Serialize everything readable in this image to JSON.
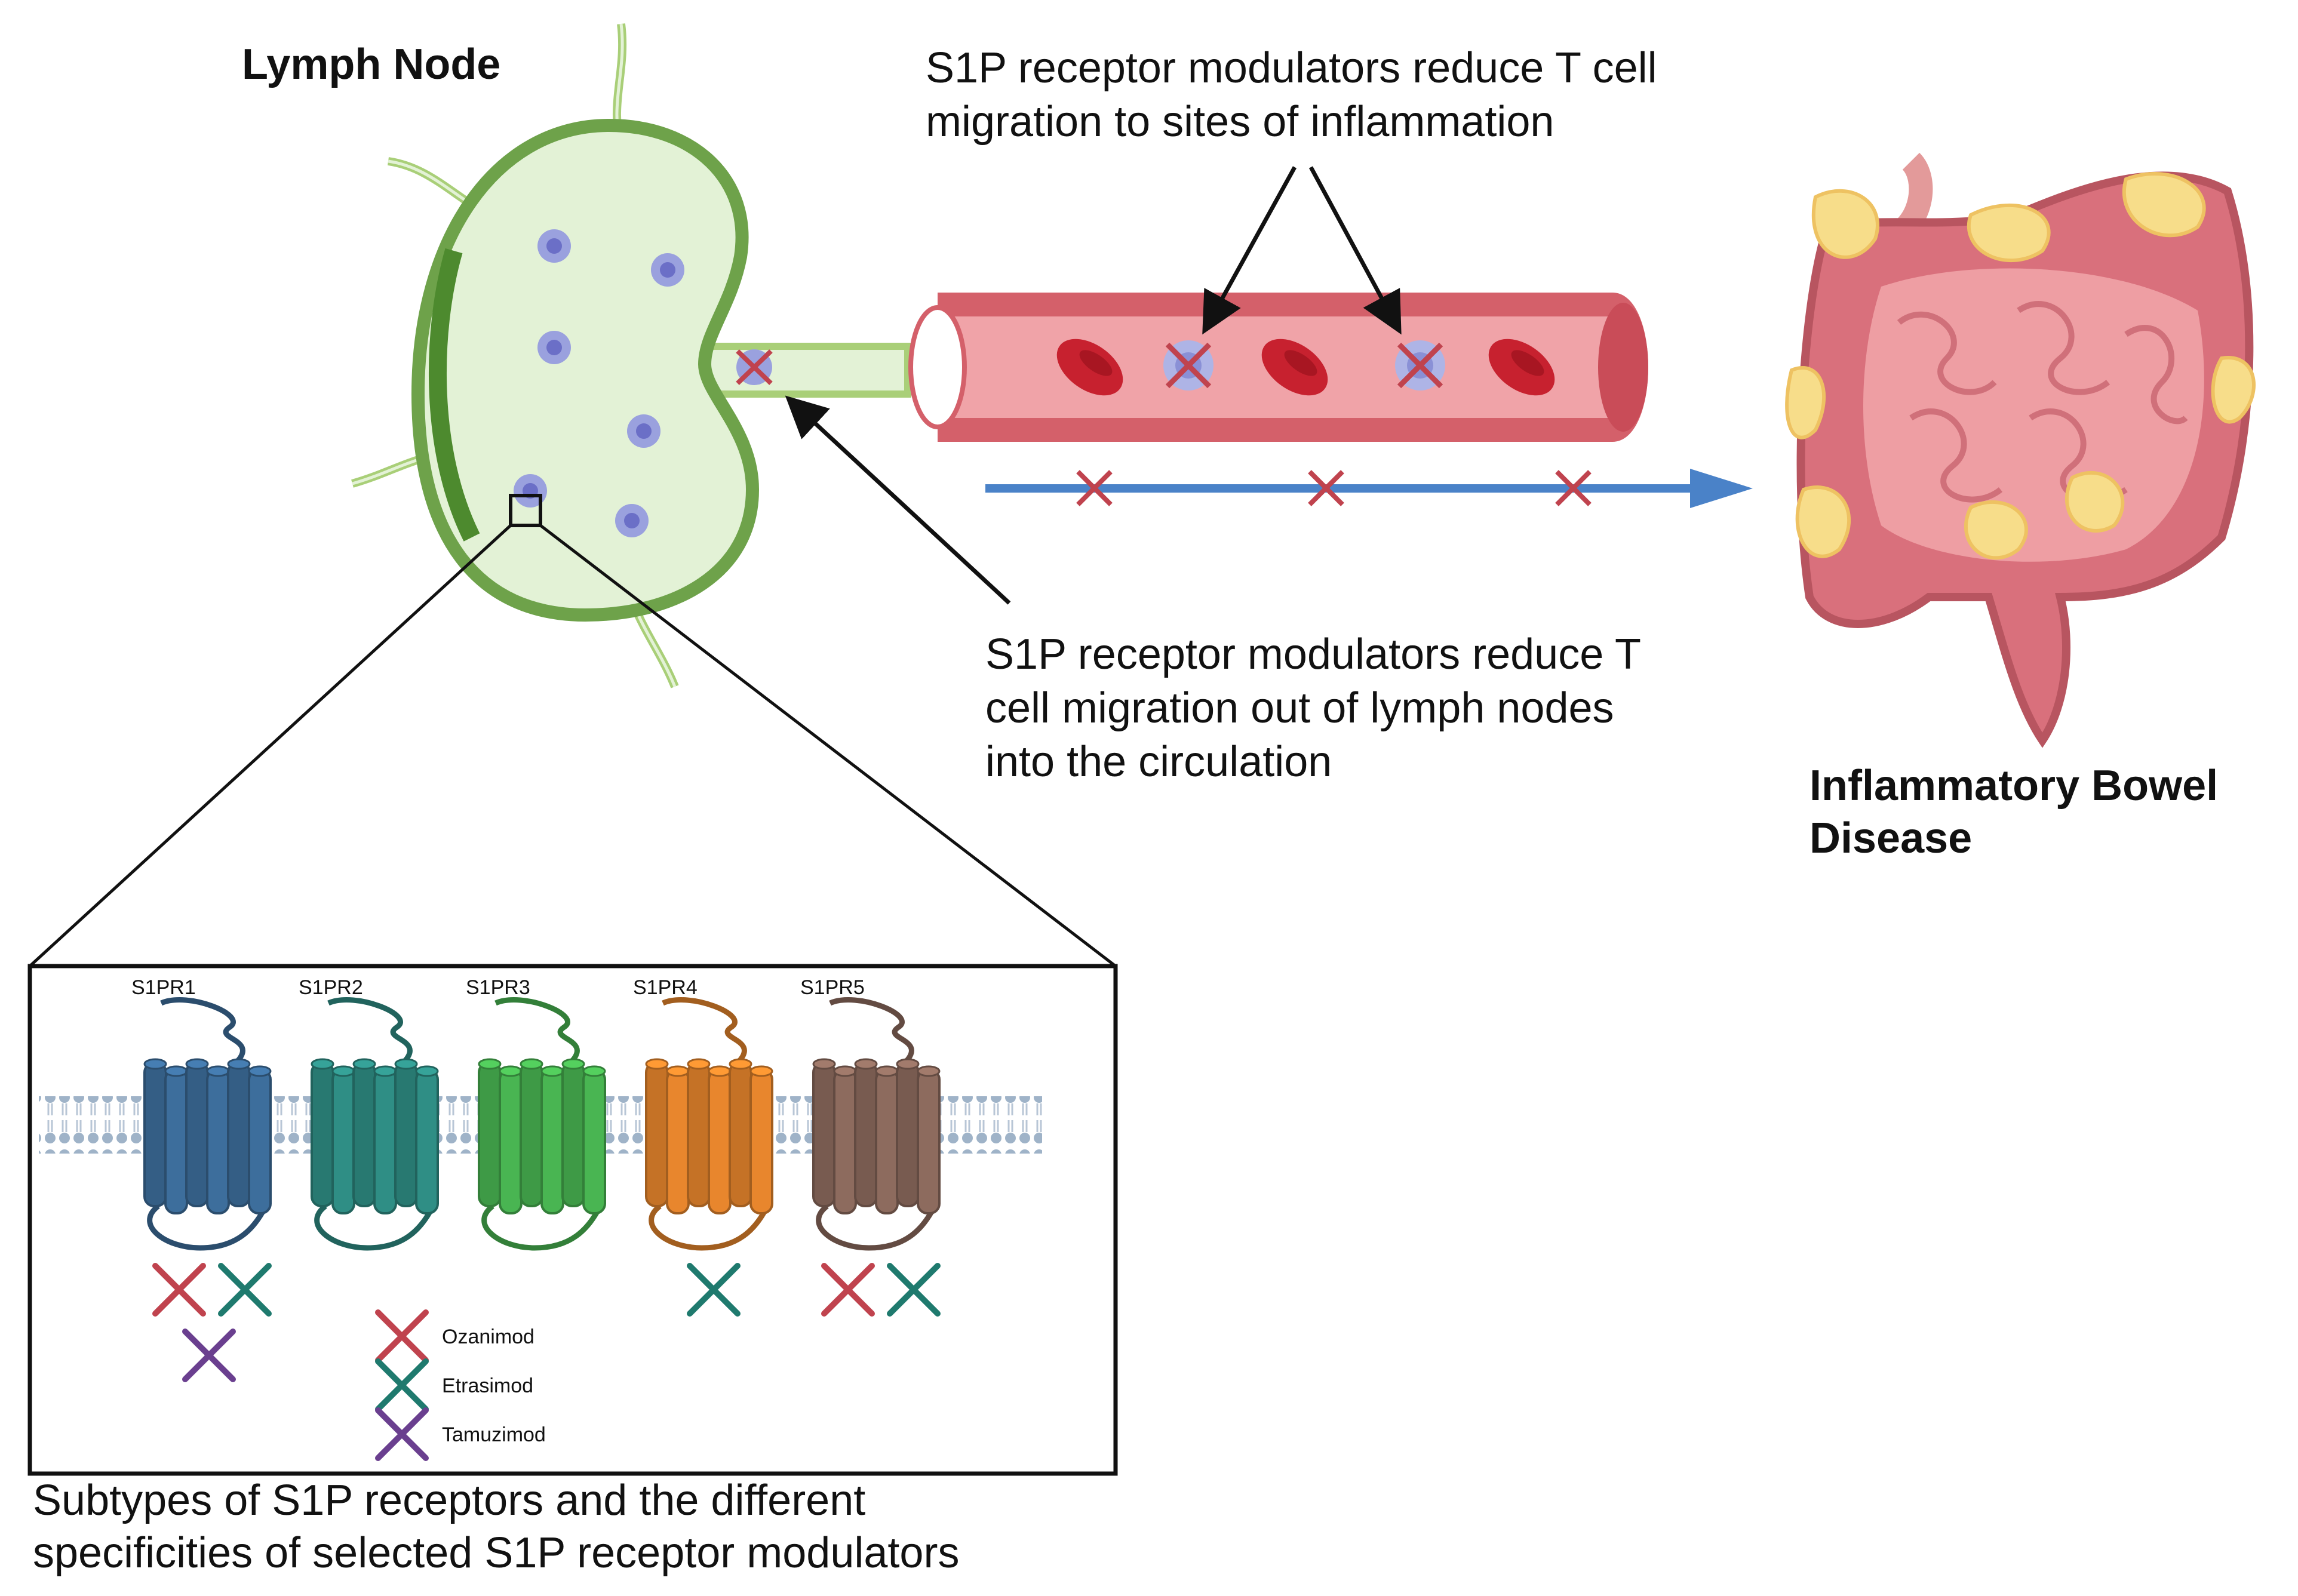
{
  "lymph_node": {
    "title": "Lymph Node"
  },
  "callouts": {
    "top": {
      "line1": "S1P receptor modulators reduce T cell",
      "line2": "migration to sites of inflammation"
    },
    "middle": {
      "line1": "S1P receptor modulators reduce T",
      "line2": "cell migration out of lymph nodes",
      "line3": "into the circulation"
    }
  },
  "disease": {
    "line1": "Inflammatory Bowel",
    "line2": "Disease"
  },
  "inset": {
    "caption": {
      "line1": "Subtypes of S1P receptors and the different",
      "line2": "specificities of selected S1P receptor modulators"
    },
    "receptors": [
      {
        "label": "S1PR1",
        "color": "#3d6e9c",
        "modulators": [
          "Ozanimod",
          "Etrasimod",
          "Tamuzimod"
        ]
      },
      {
        "label": "S1PR2",
        "color": "#2f8e85",
        "modulators": []
      },
      {
        "label": "S1PR3",
        "color": "#49b552",
        "modulators": []
      },
      {
        "label": "S1PR4",
        "color": "#e8862d",
        "modulators": [
          "Etrasimod"
        ]
      },
      {
        "label": "S1PR5",
        "color": "#8d6b5e",
        "modulators": [
          "Ozanimod",
          "Etrasimod"
        ]
      }
    ],
    "legend": [
      {
        "label": "Ozanimod",
        "color": "#c0434e"
      },
      {
        "label": "Etrasimod",
        "color": "#1f7a6e"
      },
      {
        "label": "Tamuzimod",
        "color": "#6a3f8f"
      }
    ]
  },
  "colors": {
    "lymph_node_fill": "#e3f2d6",
    "lymph_node_border": "#6ea24a",
    "vessel": "#f0a3a8",
    "vessel_wall": "#d4606a",
    "red_blood_cell": "#c7212f",
    "t_cell": "#9aa1de",
    "flow_arrow": "#4a82c8"
  },
  "icons": [
    "block-x-icon",
    "arrow-icon",
    "intestine-illustration",
    "lymph-node-illustration",
    "blood-vessel-illustration"
  ]
}
